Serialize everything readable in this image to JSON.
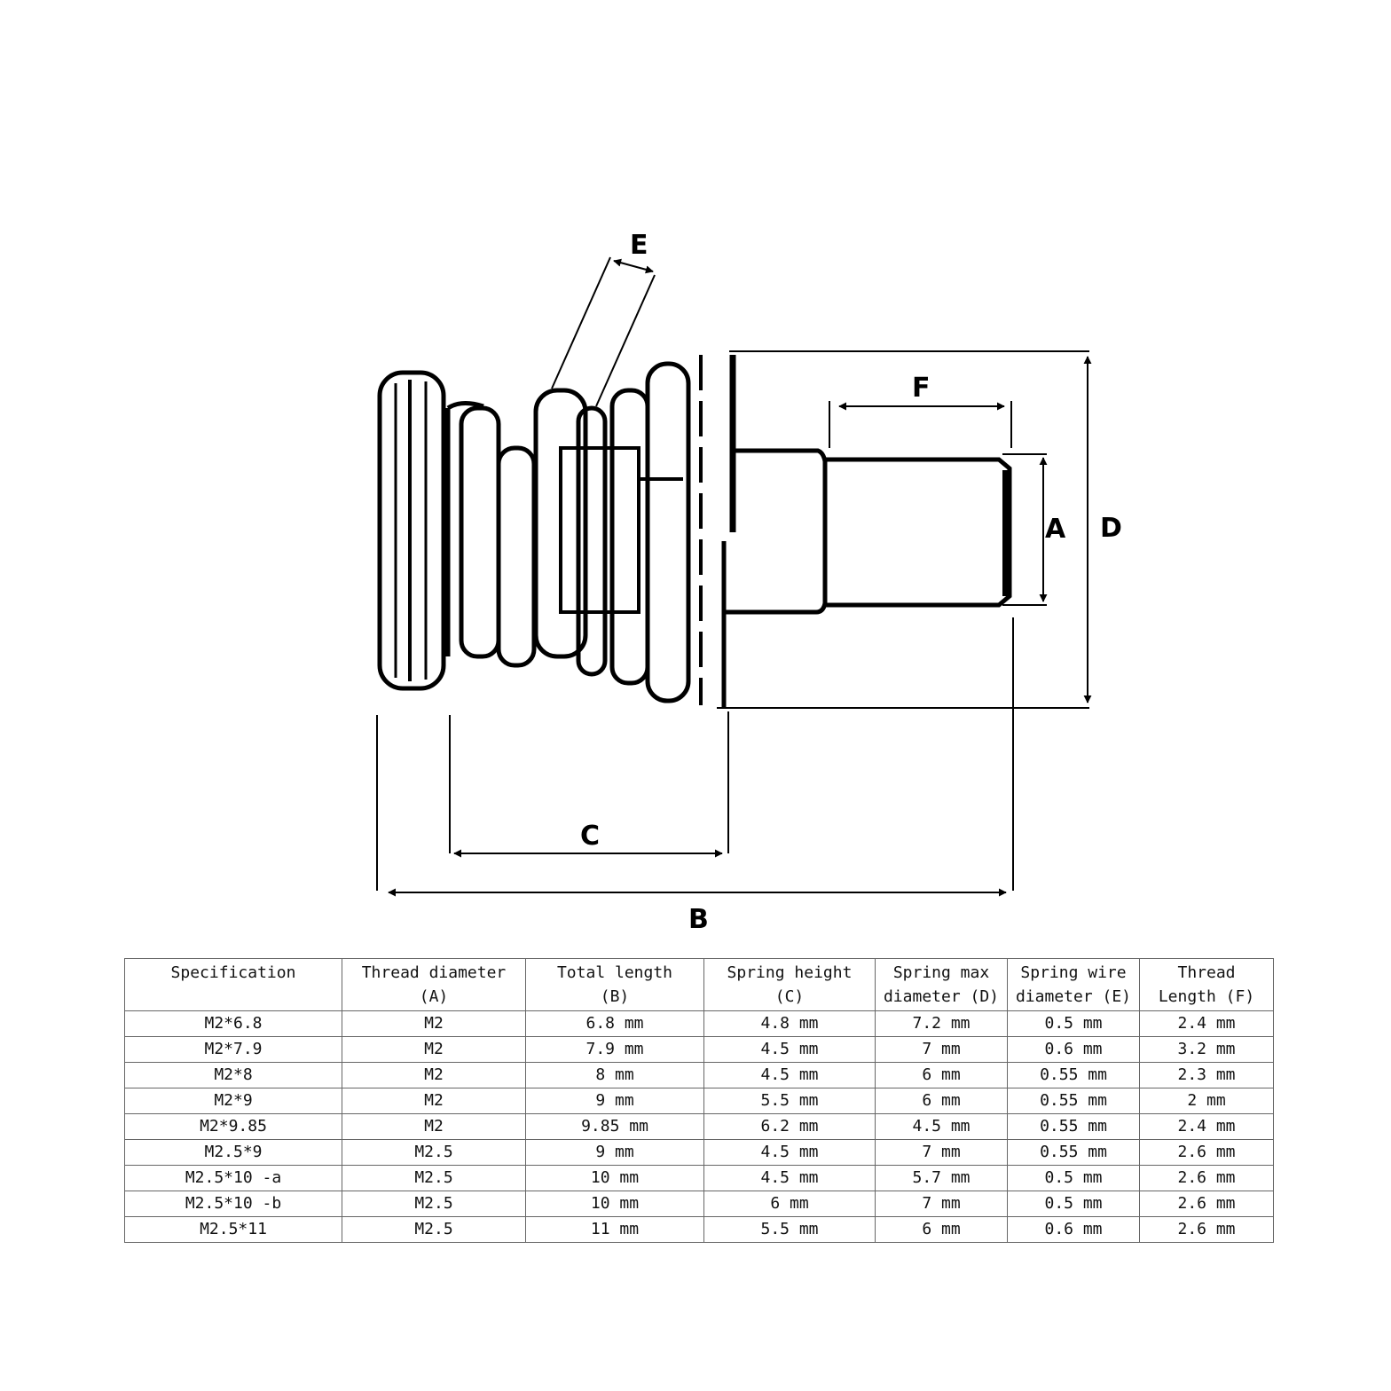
{
  "diagram": {
    "labels": {
      "a": "A",
      "b": "B",
      "c": "C",
      "d": "D",
      "e": "E",
      "f": "F"
    }
  },
  "table": {
    "headers": [
      {
        "line1": "Specification",
        "line2": ""
      },
      {
        "line1": "Thread diameter",
        "line2": "(A)"
      },
      {
        "line1": "Total length",
        "line2": "(B)"
      },
      {
        "line1": "Spring height",
        "line2": "(C)"
      },
      {
        "line1": "Spring max",
        "line2": "diameter (D)"
      },
      {
        "line1": "Spring wire",
        "line2": "diameter (E)"
      },
      {
        "line1": "Thread",
        "line2": "Length (F)"
      }
    ],
    "rows": [
      [
        "M2*6.8",
        "M2",
        "6.8 mm",
        "4.8 mm",
        "7.2 mm",
        "0.5 mm",
        "2.4 mm"
      ],
      [
        "M2*7.9",
        "M2",
        "7.9 mm",
        "4.5 mm",
        "7 mm",
        "0.6 mm",
        "3.2 mm"
      ],
      [
        "M2*8",
        "M2",
        "8 mm",
        "4.5 mm",
        "6 mm",
        "0.55 mm",
        "2.3 mm"
      ],
      [
        "M2*9",
        "M2",
        "9 mm",
        "5.5 mm",
        "6 mm",
        "0.55 mm",
        "2 mm"
      ],
      [
        "M2*9.85",
        "M2",
        "9.85 mm",
        "6.2 mm",
        "4.5 mm",
        "0.55 mm",
        "2.4 mm"
      ],
      [
        "M2.5*9",
        "M2.5",
        "9 mm",
        "4.5 mm",
        "7 mm",
        "0.55 mm",
        "2.6 mm"
      ],
      [
        "M2.5*10 -a",
        "M2.5",
        "10 mm",
        "4.5 mm",
        "5.7 mm",
        "0.5 mm",
        "2.6 mm"
      ],
      [
        "M2.5*10 -b",
        "M2.5",
        "10 mm",
        "6 mm",
        "7 mm",
        "0.5 mm",
        "2.6 mm"
      ],
      [
        "M2.5*11",
        "M2.5",
        "11 mm",
        "5.5 mm",
        "6 mm",
        "0.6 mm",
        "2.6 mm"
      ]
    ]
  }
}
